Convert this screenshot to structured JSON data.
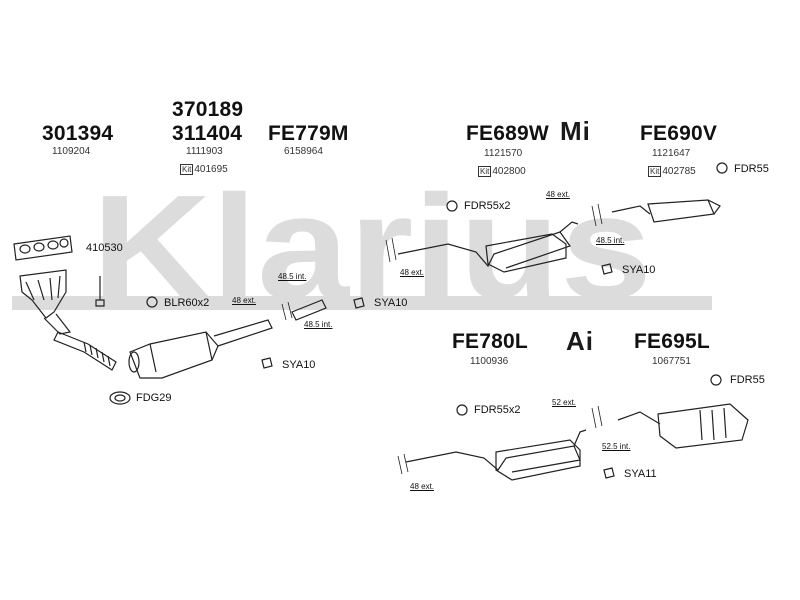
{
  "watermark": {
    "text": "Klarius",
    "color": "#d9d9d9"
  },
  "groups": {
    "g301394": {
      "part": "301394",
      "ref": "1109204"
    },
    "g370189": {
      "part_top": "370189",
      "part": "311404",
      "ref": "1111903",
      "kit_label": "Kit",
      "kit": "401695"
    },
    "gFE779M": {
      "part": "FE779M",
      "ref": "6158964"
    },
    "gFE689W": {
      "part": "FE689W",
      "ref": "1121570",
      "kit_label": "Kit",
      "kit": "402800"
    },
    "gFE690V": {
      "part": "FE690V",
      "ref": "1121647",
      "kit_label": "Kit",
      "kit": "402785"
    },
    "gFE780L": {
      "part": "FE780L",
      "ref": "1100936"
    },
    "gFE695L": {
      "part": "FE695L",
      "ref": "1067751"
    }
  },
  "logos": {
    "mi": "Mi",
    "ai": "Ai"
  },
  "labels": {
    "l410530": "410530",
    "blr": "BLR60x2",
    "sya10_a": "SYA10",
    "sya10_b": "SYA10",
    "fdg29": "FDG29",
    "fdr55x2_a": "FDR55x2",
    "fdr55_a": "FDR55",
    "sya10_c": "SYA10",
    "fdr55_b": "FDR55",
    "fdr55x2_b": "FDR55x2",
    "sya11": "SYA11"
  },
  "dims": {
    "d1": "48.5 int.",
    "d2": "48 ext.",
    "d3": "48.5 int.",
    "d4": "48 ext.",
    "d5": "48 ext.",
    "d6": "48.5 int.",
    "d7": "52 ext.",
    "d8": "52.5 int.",
    "d9": "48 ext."
  }
}
